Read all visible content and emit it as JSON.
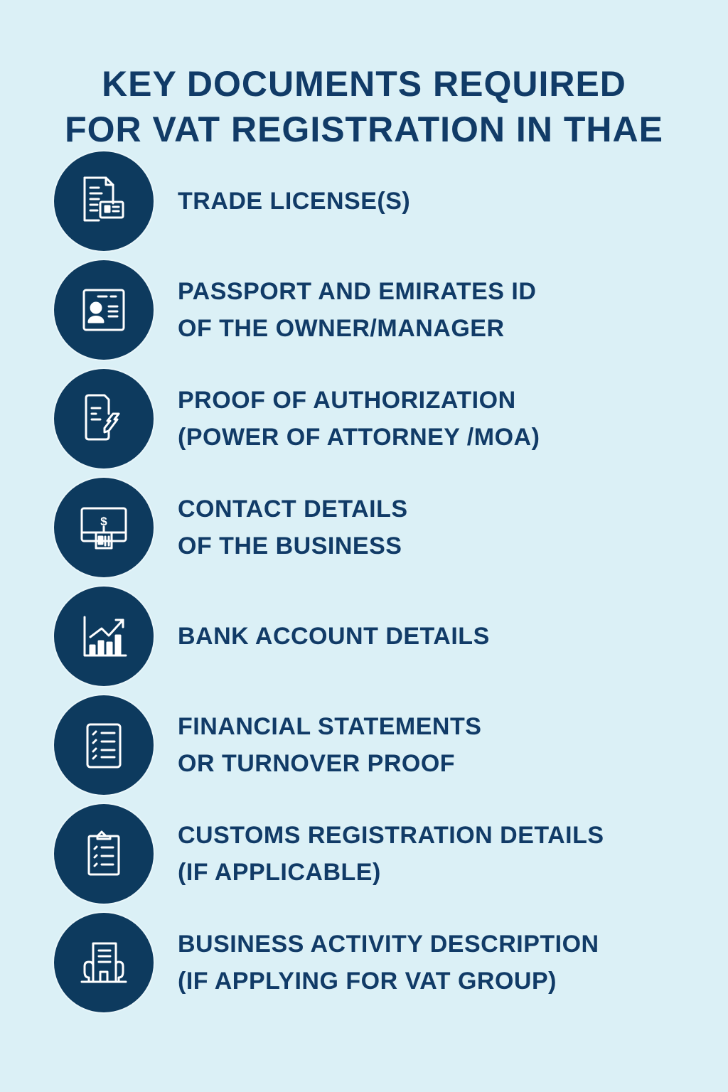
{
  "title": {
    "line1": "KEY DOCUMENTS REQUIRED",
    "line2": "FOR VAT REGISTRATION IN THAE"
  },
  "colors": {
    "background": "#dbf0f6",
    "circle": "#0d3a5e",
    "text": "#113b67",
    "icon_stroke": "#ffffff"
  },
  "items": [
    {
      "icon": "document-with-id-card-icon",
      "line1": "TRADE LICENSE(S)",
      "line2": ""
    },
    {
      "icon": "id-card-person-icon",
      "line1": "PASSPORT AND EMIRATES ID",
      "line2": "OF THE OWNER/MANAGER"
    },
    {
      "icon": "document-signing-pen-icon",
      "line1": "PROOF OF AUTHORIZATION",
      "line2": "(POWER OF ATTORNEY /MOA)"
    },
    {
      "icon": "monitor-dollar-atm-icon",
      "line1": "CONTACT DETAILS",
      "line2": "OF THE BUSINESS"
    },
    {
      "icon": "bar-chart-growth-icon",
      "line1": "BANK ACCOUNT DETAILS",
      "line2": ""
    },
    {
      "icon": "checklist-document-icon",
      "line1": "FINANCIAL STATEMENTS",
      "line2": "OR TURNOVER PROOF"
    },
    {
      "icon": "clipboard-checklist-icon",
      "line1": "CUSTOMS REGISTRATION DETAILS",
      "line2": "(IF APPLICABLE)"
    },
    {
      "icon": "office-building-icon",
      "line1": "BUSINESS ACTIVITY DESCRIPTION",
      "line2": "(IF APPLYING FOR VAT GROUP)"
    }
  ]
}
